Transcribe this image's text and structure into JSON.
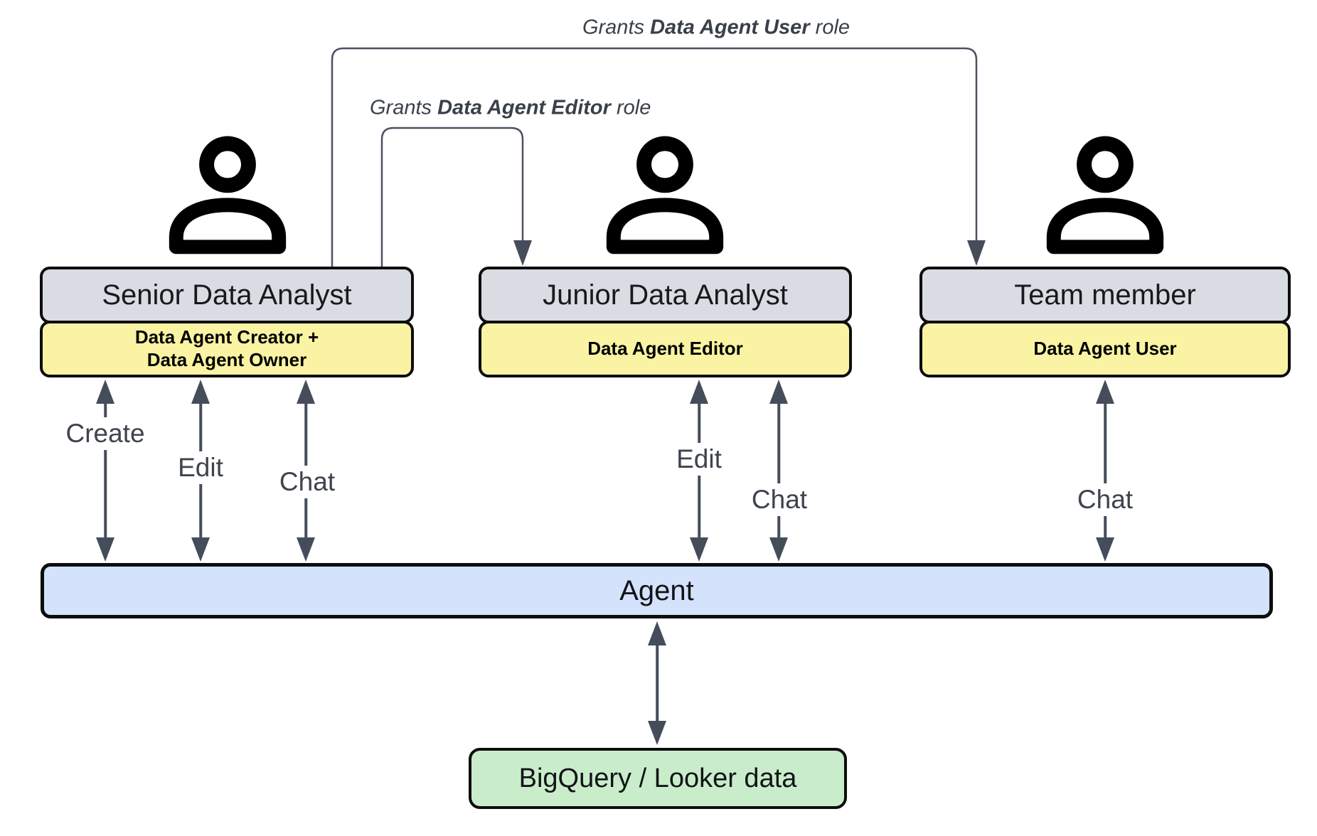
{
  "diagram": {
    "grant_user": {
      "pre": "Grants ",
      "bold": "Data Agent User",
      "post": " role"
    },
    "grant_editor": {
      "pre": "Grants ",
      "bold": "Data Agent Editor",
      "post": " role"
    },
    "actors": [
      {
        "title": "Senior Data Analyst",
        "role_line1": "Data Agent Creator +",
        "role_line2": "Data Agent Owner",
        "actions": [
          "Create",
          "Edit",
          "Chat"
        ]
      },
      {
        "title": "Junior Data Analyst",
        "role_line1": "Data Agent Editor",
        "actions": [
          "Edit",
          "Chat"
        ]
      },
      {
        "title": "Team member",
        "role_line1": "Data Agent User",
        "actions": [
          "Chat"
        ]
      }
    ],
    "agent": {
      "label": "Agent"
    },
    "datastore": {
      "label": "BigQuery / Looker data"
    },
    "icons": {
      "actor": "person-icon"
    },
    "colors": {
      "actor_fill": "#d9dce2",
      "role_fill": "#faf3a3",
      "agent_fill": "#d4e2fb",
      "datastore_fill": "#c9edca",
      "arrow": "#454d5b",
      "grant_line": "#4a5160",
      "border": "#0d0d0d"
    }
  }
}
